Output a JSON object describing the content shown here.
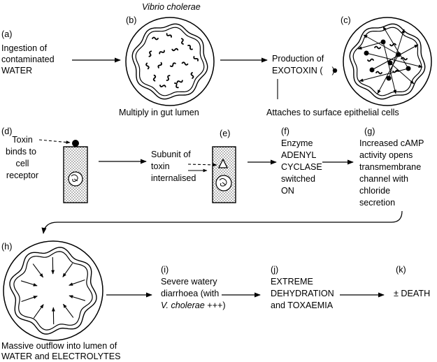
{
  "labels": {
    "a": "(a)",
    "b": "(b)",
    "c": "(c)",
    "d": "(d)",
    "e": "(e)",
    "f": "(f)",
    "g": "(g)",
    "h": "(h)",
    "i": "(i)",
    "j": "(j)",
    "k": "(k)"
  },
  "organism": "Vibrio cholerae",
  "steps": {
    "a": [
      "Ingestion of",
      "contaminated",
      "WATER"
    ],
    "b": "Multiply in gut lumen",
    "c_production": [
      "Production of",
      "EXOTOXIN (",
      ")"
    ],
    "c_attach": "Attaches to surface epithelial cells",
    "d": [
      "Toxin",
      "binds to",
      "cell",
      "receptor"
    ],
    "e": [
      "Subunit of",
      "toxin",
      "internalised"
    ],
    "f": [
      "Enzyme",
      "ADENYL",
      "CYCLASE",
      "switched",
      "ON"
    ],
    "g": [
      "Increased cAMP",
      "activity opens",
      "transmembrane",
      "channel with",
      "chloride",
      "secretion"
    ],
    "h": [
      "Massive outflow into lumen of",
      "WATER and ELECTROLYTES"
    ],
    "i": [
      "Severe watery",
      "diarrhoea (with",
      "V. cholerae",
      " +++)"
    ],
    "j": [
      "EXTREME",
      "DEHYDRATION",
      "and TOXAEMIA"
    ],
    "k": "± DEATH"
  },
  "colors": {
    "ink": "#000000",
    "stipple": "#9a9a9a",
    "paper": "#ffffff"
  }
}
